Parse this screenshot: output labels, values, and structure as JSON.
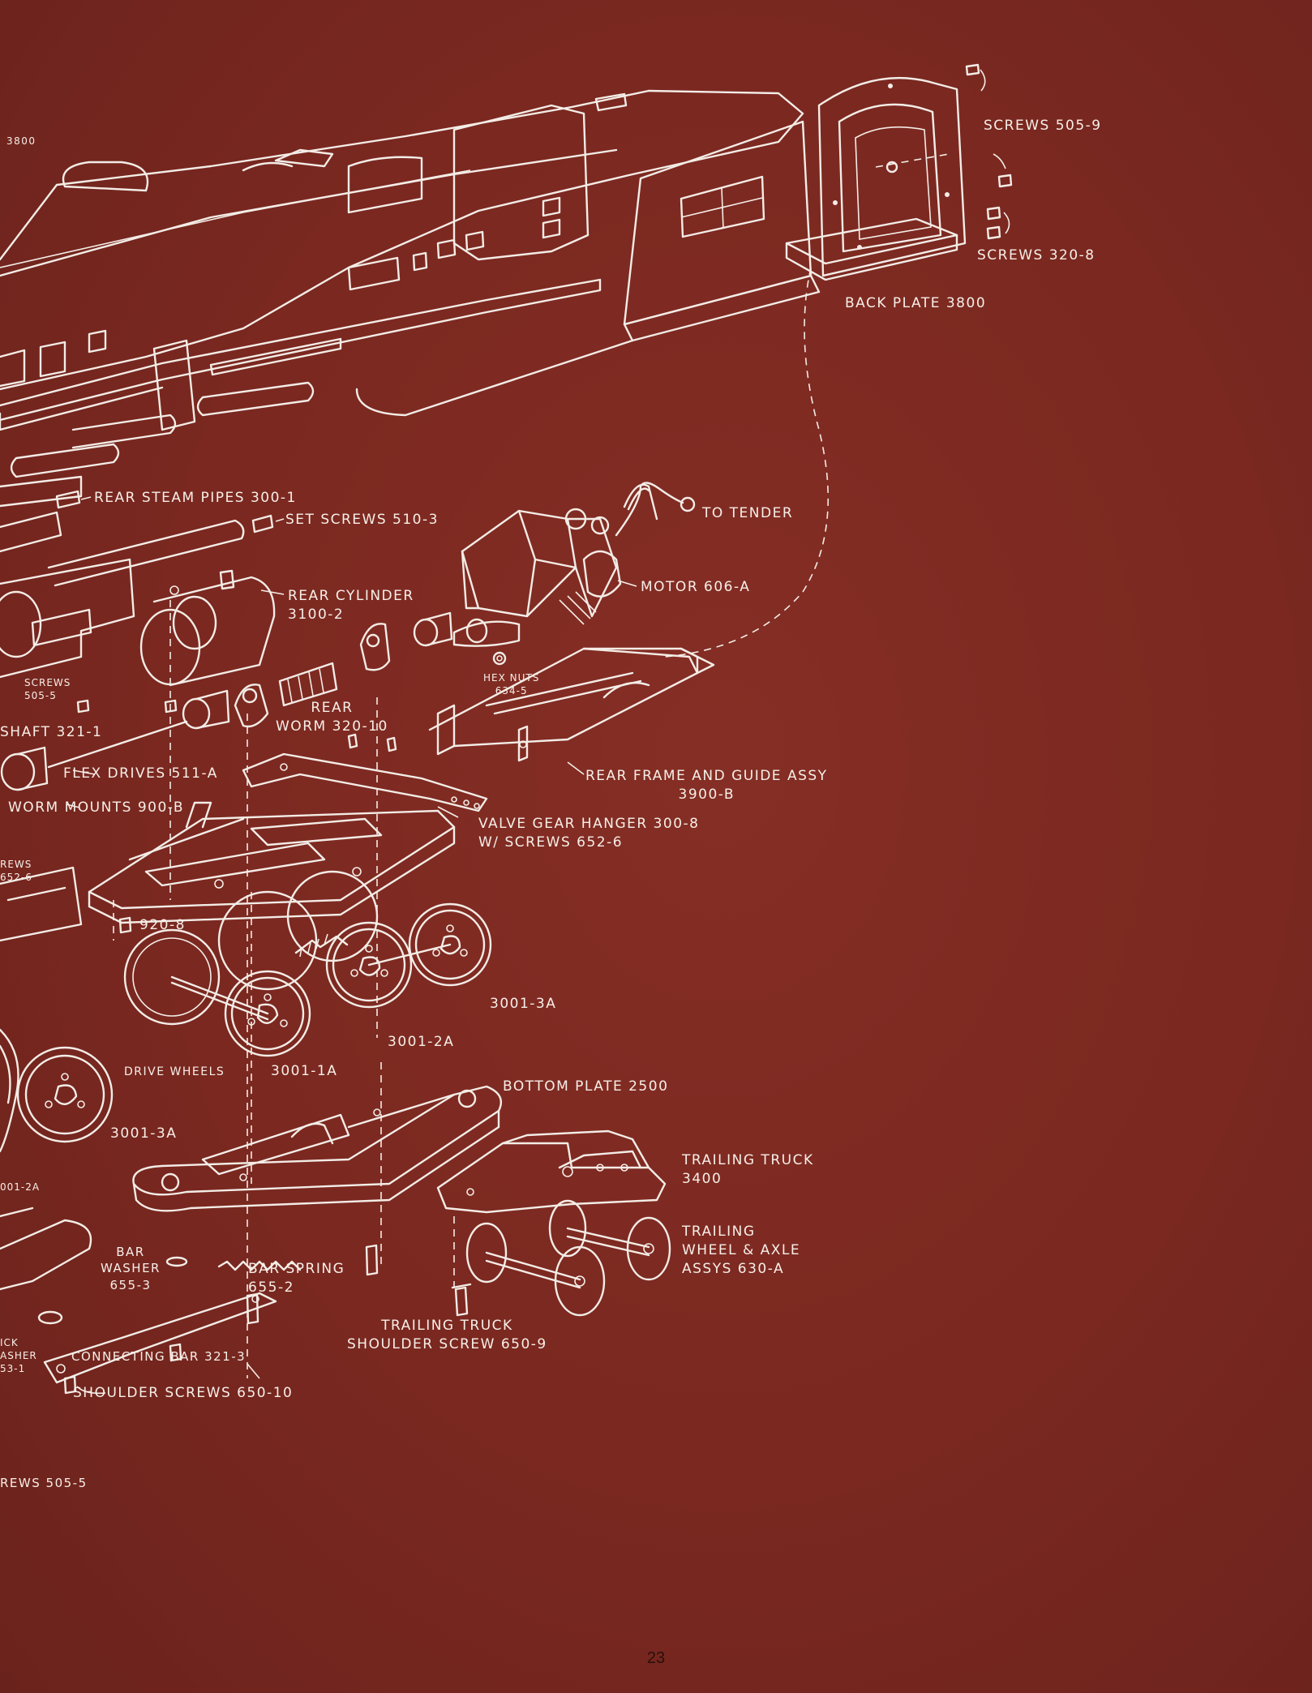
{
  "page_number": "23",
  "colors": {
    "background": "#7d2a22",
    "line": "#f3ece6",
    "page_number": "#2a0f0b"
  },
  "labels": {
    "cut_top": "3800",
    "screws_505_9": "SCREWS 505-9",
    "screws_320_8": "SCREWS 320-8",
    "back_plate": "BACK PLATE 3800",
    "rear_steam_pipes": "REAR STEAM PIPES 300-1",
    "set_screws": "SET SCREWS 510-3",
    "to_tender": "TO TENDER",
    "rear_cylinder": "REAR CYLINDER\n3100-2",
    "motor": "MOTOR 606-A",
    "screws_505_5_small": "SCREWS\n505-5",
    "hex_nuts": "HEX NUTS\n634-5",
    "rear_worm": "REAR\nWORM 320-10",
    "shaft": "SHAFT 321-1",
    "flex_drives": "FLEX DRIVES 511-A",
    "rear_frame": "REAR FRAME AND GUIDE ASSY\n3900-B",
    "worm_mounts": "WORM MOUNTS 900-B",
    "valve_gear_hanger": "VALVE GEAR HANGER 300-8\nW/ SCREWS 652-6",
    "screws_652_6_cut": "REWS\n652-6",
    "part_920_8": "920-8",
    "wheel_3001_3a": "3001-3A",
    "wheel_3001_2a": "3001-2A",
    "drive_wheels": "DRIVE WHEELS",
    "wheel_3001_1a": "3001-1A",
    "bottom_plate": "BOTTOM PLATE 2500",
    "wheel_3001_3a_left": "3001-3A",
    "cut_2a": "001-2A",
    "trailing_truck": "TRAILING TRUCK\n3400",
    "trailing_wheel": "TRAILING\nWHEEL & AXLE\nASSYS 630-A",
    "bar_washer": "BAR\nWASHER\n655-3",
    "bar_spring": "BAR SPRING\n655-2",
    "trailing_truck_screw": "TRAILING TRUCK\nSHOULDER SCREW 650-9",
    "connecting_bar": "CONNECTING BAR 321-3",
    "shoulder_screws": "SHOULDER SCREWS 650-10",
    "washer_cut": "ICK\nASHER\n53-1",
    "screws_505_5": "REWS 505-5"
  }
}
